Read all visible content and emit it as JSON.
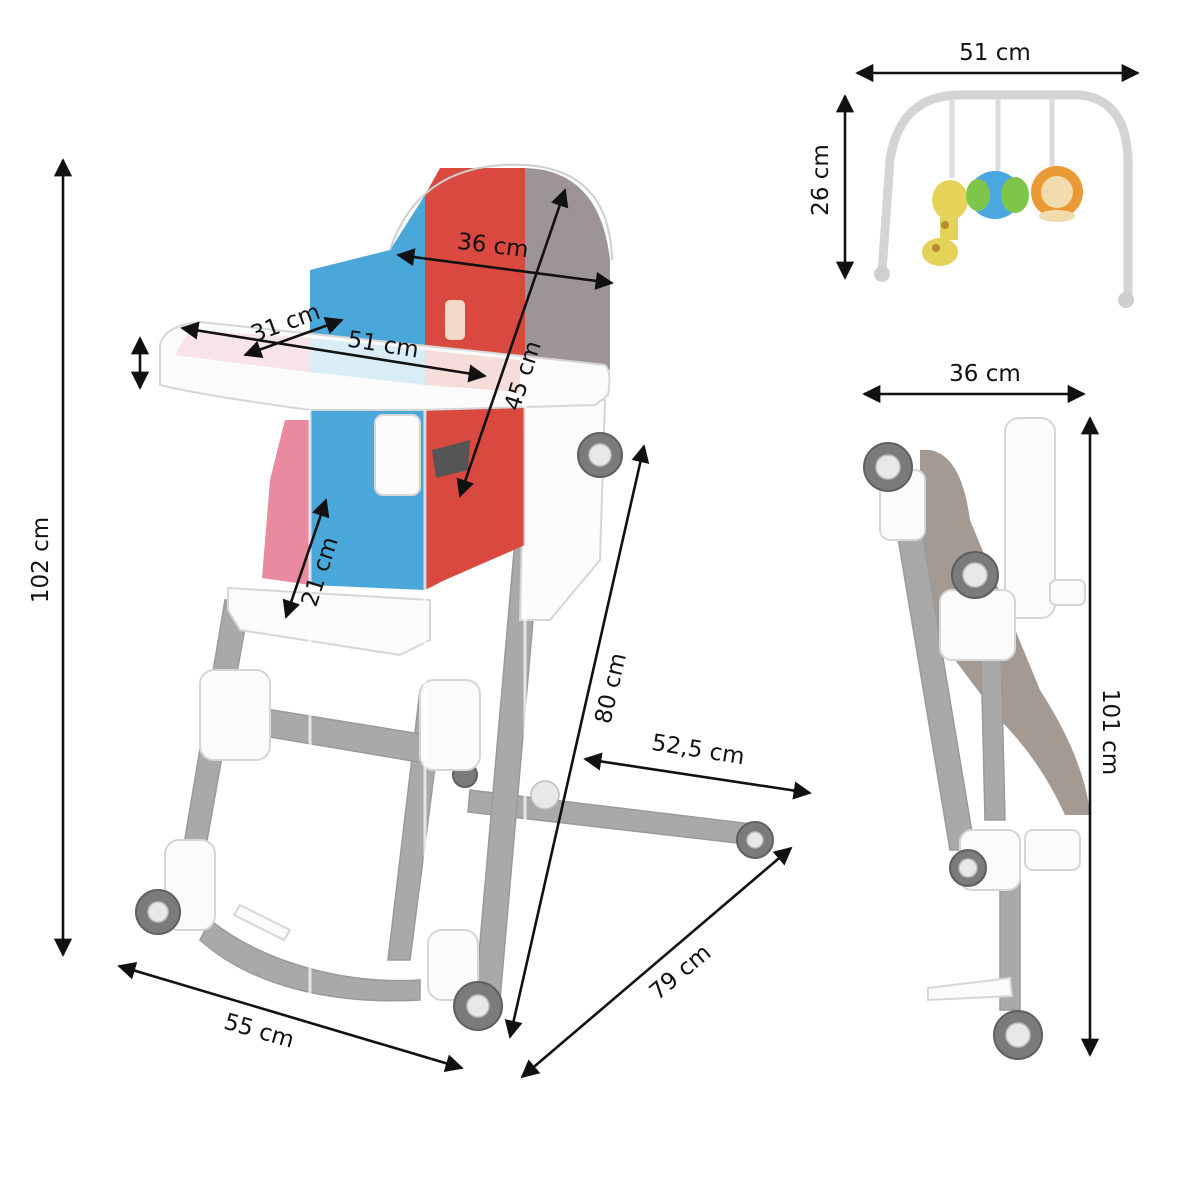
{
  "dimensions": {
    "chair_height": "102 cm",
    "tray_depth": "31 cm",
    "tray_width": "51 cm",
    "backrest_width": "36 cm",
    "backrest_height": "45 cm",
    "seat_height": "21 cm",
    "folded_leg_height": "80 cm",
    "base_depth": "52,5 cm",
    "base_diagonal": "79 cm",
    "base_width": "55 cm",
    "toy_bar_width": "51 cm",
    "toy_bar_height": "26 cm",
    "folded_width": "36 cm",
    "folded_height": "101 cm"
  },
  "colors": {
    "seat_pink": "#e98aa0",
    "seat_blue": "#4aa7d9",
    "seat_red": "#d9493f",
    "seat_grey": "#9c9498",
    "frame_white": "#f4f4f4",
    "tube_grey": "#a9a9a9",
    "folded_fabric": "#a39a94"
  }
}
